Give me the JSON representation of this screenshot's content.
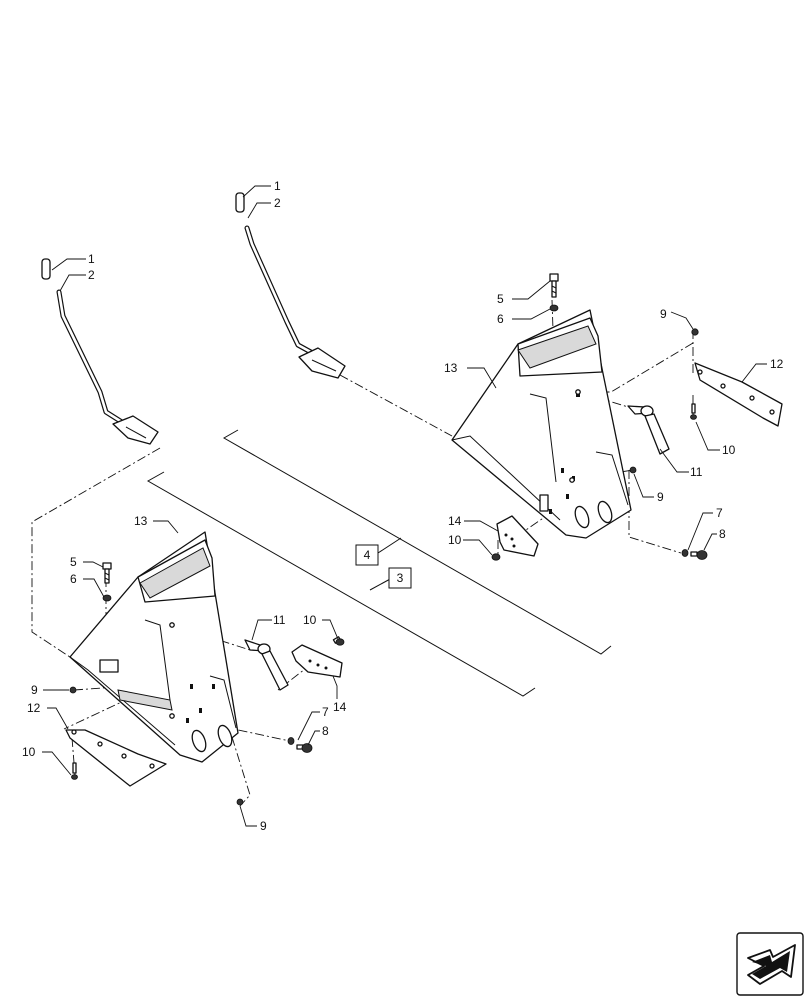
{
  "callouts": {
    "left_rod_knob": "1",
    "left_rod": "2",
    "mid_rod_knob": "1",
    "mid_rod": "2",
    "right_bolt": "5",
    "right_washer": "6",
    "right_plate_nut": "9",
    "right_bracket": "13",
    "right_plate": "12",
    "right_plate_screw": "10",
    "right_handle": "11",
    "right_side_nut": "9",
    "right_washer_b": "7",
    "right_cap_screw": "8",
    "right_clip": "14",
    "right_clip_screw": "10",
    "left_bracket": "13",
    "left_bolt": "5",
    "left_washer": "6",
    "left_handle": "11",
    "left_clip_screw": "10",
    "left_plate_nut": "9",
    "left_plate": "12",
    "left_plate_screw": "10",
    "left_washer_b": "7",
    "left_cap_screw": "8",
    "left_clip": "14",
    "left_bottom_nut": "9"
  },
  "assembly_refs": {
    "upper": "4",
    "lower": "3"
  },
  "nav_icon": "next-page-arrow-icon"
}
